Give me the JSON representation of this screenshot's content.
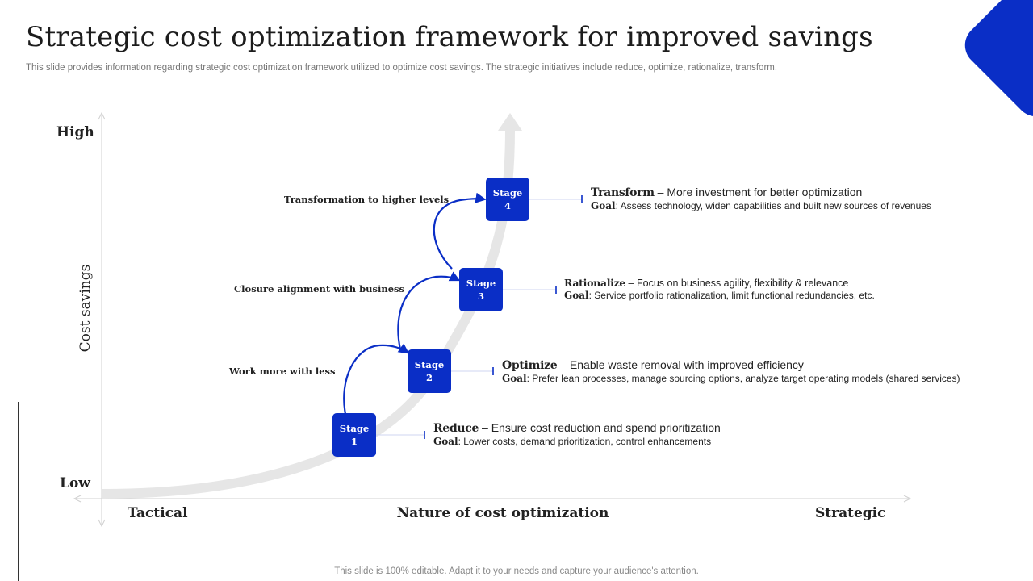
{
  "title": "Strategic cost optimization framework for improved savings",
  "subtitle": "This slide provides information regarding strategic cost optimization framework utilized to optimize cost savings. The strategic initiatives include reduce, optimize, rationalize, transform.",
  "footer": "This slide is 100% editable. Adapt it to your needs and capture your audience's attention.",
  "axes": {
    "y_high": "High",
    "y_low": "Low",
    "y_label": "Cost savings",
    "x_left": "Tactical",
    "x_label": "Nature of cost optimization",
    "x_right": "Strategic"
  },
  "stages": [
    {
      "line1": "Stage",
      "line2": "1",
      "name": "Reduce",
      "desc": " – Ensure cost reduction and spend prioritization",
      "goal_label": "Goal",
      "goal": ": Lower costs, demand prioritization, control enhancements"
    },
    {
      "line1": "Stage",
      "line2": "2",
      "name": "Optimize",
      "desc": " – Enable waste removal with improved efficiency",
      "goal_label": "Goal",
      "goal": ": Prefer lean processes, manage sourcing options, analyze target operating models (shared services)"
    },
    {
      "line1": "Stage",
      "line2": "3",
      "name": "Rationalize",
      "desc": " – Focus on business agility, flexibility & relevance",
      "goal_label": "Goal",
      "goal": ": Service portfolio rationalization, limit functional redundancies, etc."
    },
    {
      "line1": "Stage",
      "line2": "4",
      "name": "Transform",
      "desc": " – More investment for better optimization",
      "goal_label": "Goal",
      "goal": ": Assess technology, widen capabilities and built new sources of revenues"
    }
  ],
  "transitions": [
    "Work more with less",
    "Closure alignment with business",
    "Transformation to higher levels"
  ],
  "colors": {
    "accent": "#0a2ec6",
    "curve": "#e6e6e6",
    "axis": "#d0d0d0"
  }
}
